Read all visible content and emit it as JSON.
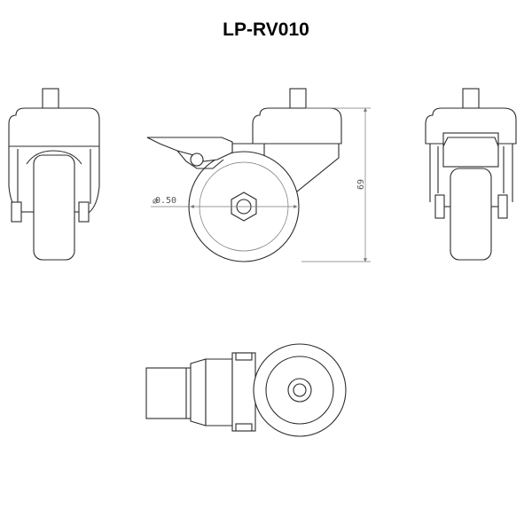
{
  "title": "LP-RV010",
  "dimensions": {
    "wheel_diameter": "0.50",
    "overall_height": "69"
  },
  "colors": {
    "line": "#2b2b2b",
    "dimension": "#777777",
    "title": "#000000"
  }
}
